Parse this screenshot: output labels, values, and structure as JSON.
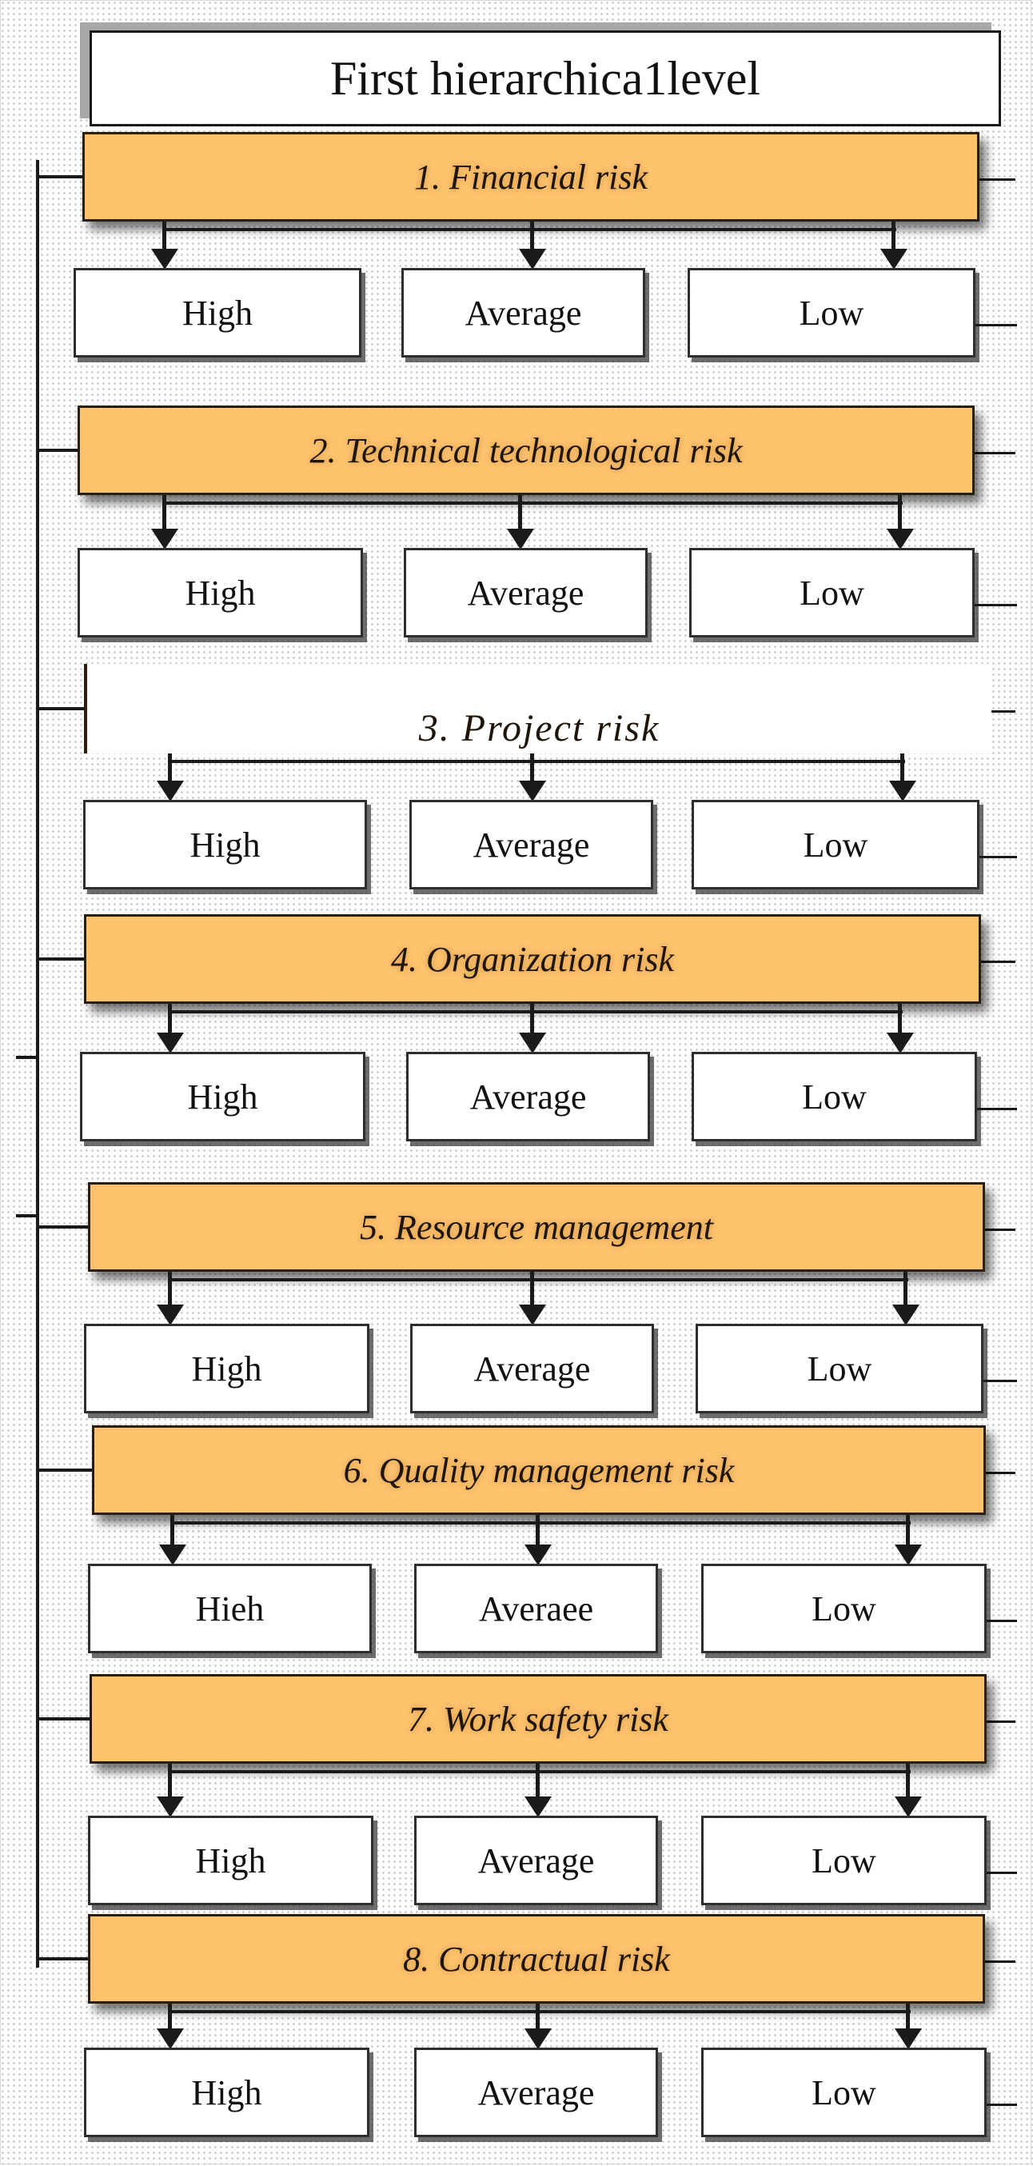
{
  "title": "First hierarchica1level",
  "risks": [
    {
      "label": "1. Financial risk",
      "levels": [
        "High",
        "Average",
        "Low"
      ]
    },
    {
      "label": "2. Technical technological risk",
      "levels": [
        "High",
        "Average",
        "Low"
      ]
    },
    {
      "label": "3. Project risk",
      "levels": [
        "High",
        "Average",
        "Low"
      ]
    },
    {
      "label": "4. Organization risk",
      "levels": [
        "High",
        "Average",
        "Low"
      ]
    },
    {
      "label": "5. Resource management",
      "levels": [
        "High",
        "Average",
        "Low"
      ]
    },
    {
      "label": "6. Quality management risk",
      "levels": [
        "Hieh",
        "Averaee",
        "Low"
      ]
    },
    {
      "label": "7. Work safety risk",
      "levels": [
        "High",
        "Average",
        "Low"
      ]
    },
    {
      "label": "8. Contractual risk",
      "levels": [
        "High",
        "Average",
        "Low"
      ]
    }
  ],
  "colors": {
    "risk_fill": "#ffc36e",
    "box_border": "#2a1e10",
    "line": "#1a1a1a"
  }
}
